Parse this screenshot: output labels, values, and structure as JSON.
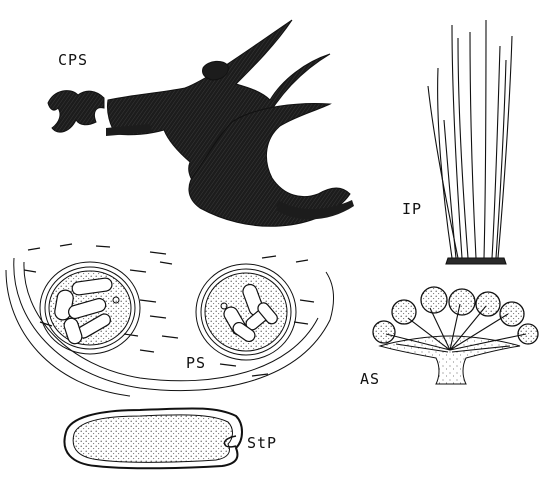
{
  "figure": {
    "labels": {
      "cps": "CPS",
      "ip": "IP",
      "ps": "PS",
      "as": "AS",
      "stp": "StP"
    }
  },
  "colors": {
    "ink": "#111111",
    "fill_dark": "#1c1c1c",
    "stipple": "#333333",
    "background": "#ffffff"
  }
}
